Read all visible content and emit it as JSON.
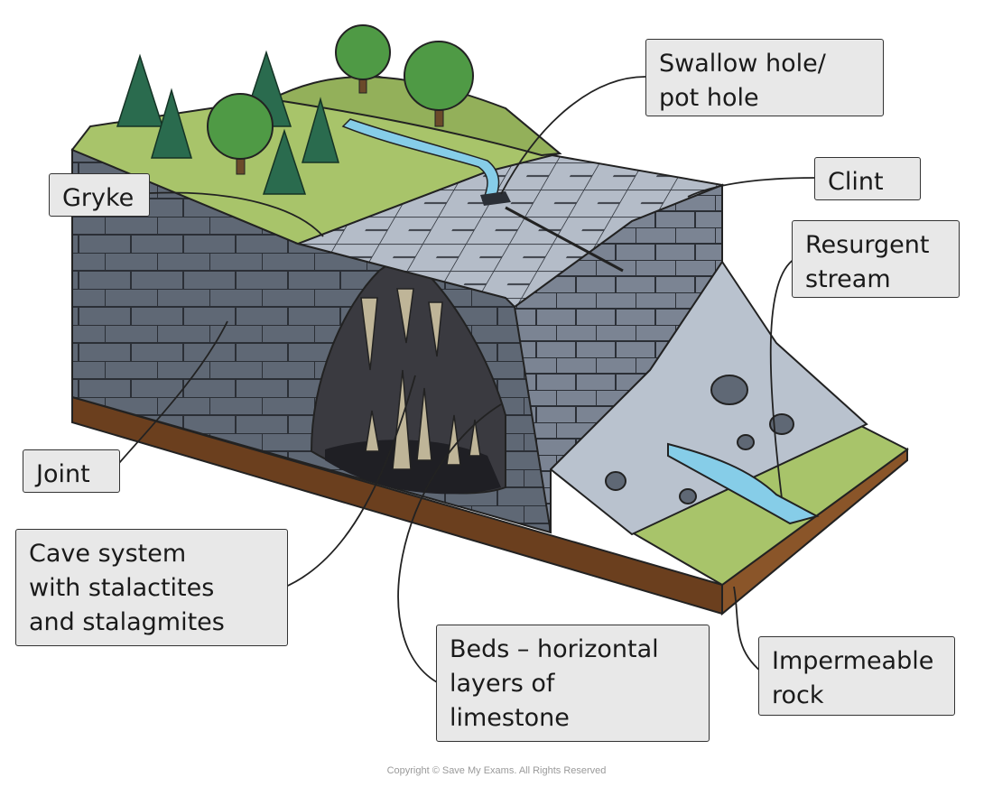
{
  "labels": {
    "swallow_hole": "Swallow hole/\npot hole",
    "clint": "Clint",
    "gryke": "Gryke",
    "resurgent_stream": "Resurgent\nstream",
    "joint": "Joint",
    "cave_system": "Cave system\nwith stalactites\nand stalagmites",
    "beds": "Beds – horizontal\nlayers of\nlimestone",
    "impermeable_rock": "Impermeable\nrock"
  },
  "copyright": "Copyright © Save My Exams. All Rights Reserved",
  "colors": {
    "grass": "#a8c46a",
    "grass_hill": "#93b05a",
    "limestone_top": "#b4bcc8",
    "limestone_front": "#5f6875",
    "limestone_side": "#7b8493",
    "cave": "#3a3a40",
    "stalactite": "#bfb598",
    "water": "#86cde8",
    "scree": "#b9c2ce",
    "impermeable": "#6b3f1e",
    "tree_dark": "#2a6b4e",
    "tree_leaf": "#4f9a45",
    "tag_fill": "#e8e8e8"
  }
}
